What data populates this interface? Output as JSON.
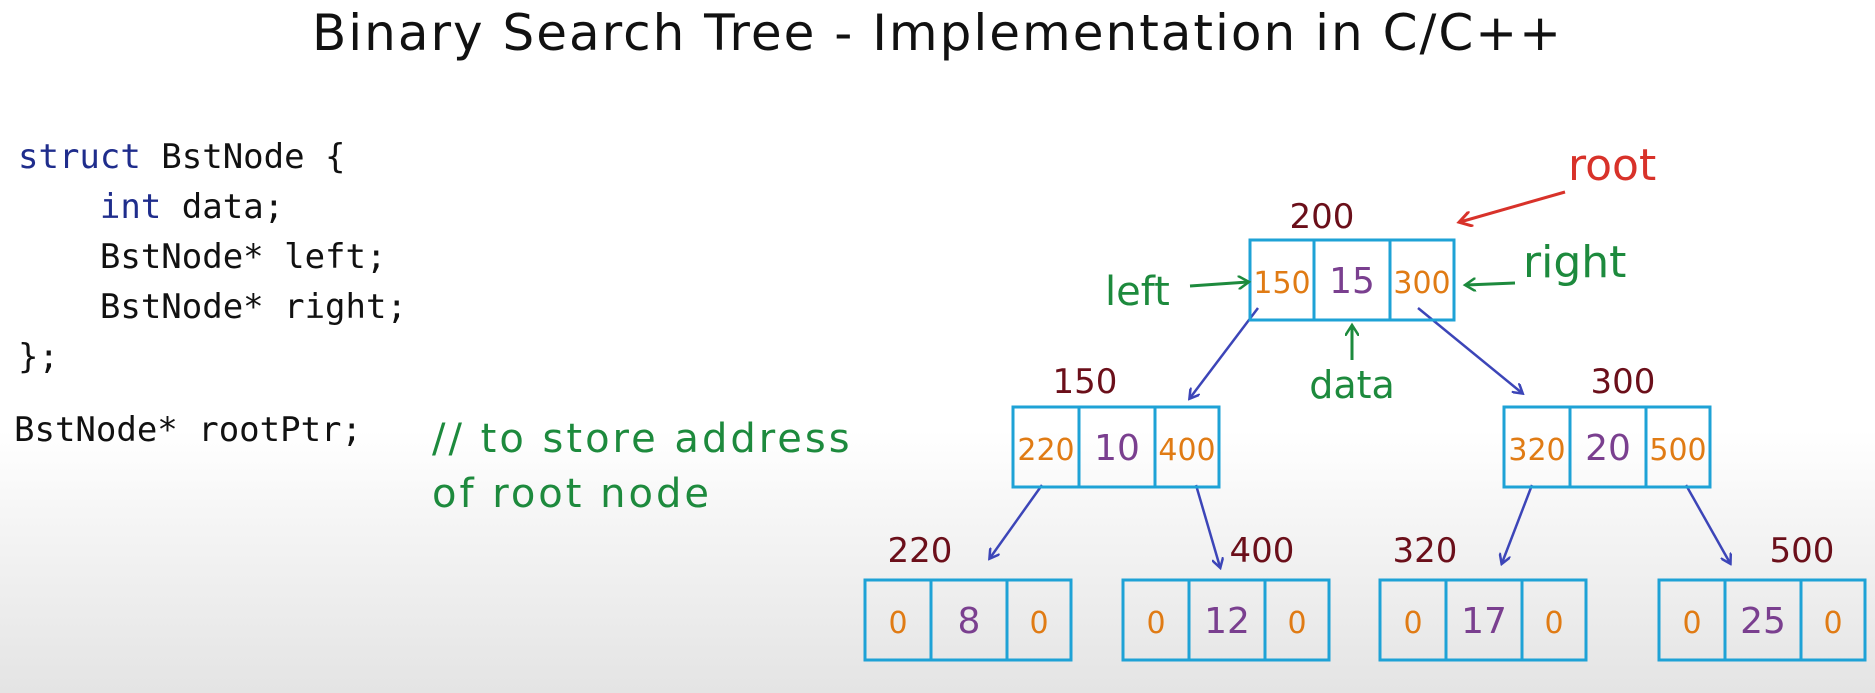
{
  "title": "Binary Search Tree - Implementation in C/C++",
  "code": {
    "line1_kw": "struct",
    "line1_rest": " BstNode {",
    "line2_kw": "int",
    "line2_rest": " data;",
    "line3": "BstNode* left;",
    "line4": "BstNode* right;",
    "line5": "};",
    "decl": "BstNode* rootPtr;"
  },
  "comment": "// to store address of root node",
  "labels": {
    "root": "root",
    "left": "left",
    "right": "right",
    "data": "data"
  },
  "nodes": [
    {
      "id": "n200",
      "address": "200",
      "left": "150",
      "data": "15",
      "right": "300"
    },
    {
      "id": "n150",
      "address": "150",
      "left": "220",
      "data": "10",
      "right": "400"
    },
    {
      "id": "n300",
      "address": "300",
      "left": "320",
      "data": "20",
      "right": "500"
    },
    {
      "id": "n220",
      "address": "220",
      "left": "0",
      "data": "8",
      "right": "0"
    },
    {
      "id": "n400",
      "address": "400",
      "left": "0",
      "data": "12",
      "right": "0"
    },
    {
      "id": "n320",
      "address": "320",
      "left": "0",
      "data": "17",
      "right": "0"
    },
    {
      "id": "n500",
      "address": "500",
      "left": "0",
      "data": "25",
      "right": "0"
    }
  ],
  "colors": {
    "box": "#1ea2d6",
    "pointer": "#e07b14",
    "data": "#7a3f8f",
    "address": "#6b0f1a",
    "green": "#1d8a3d",
    "red": "#d8322a",
    "arrow": "#3c45b8"
  }
}
